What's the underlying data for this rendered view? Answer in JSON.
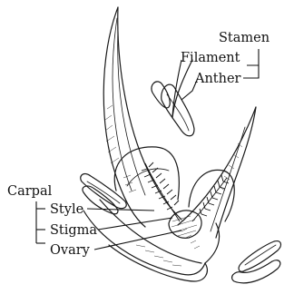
{
  "labels": {
    "stamen": "Stamen",
    "filament": "Filament",
    "anther": "Anther",
    "carpal": "Carpal",
    "style": "Style",
    "stigma": "Stigma",
    "ovary": "Ovary"
  }
}
